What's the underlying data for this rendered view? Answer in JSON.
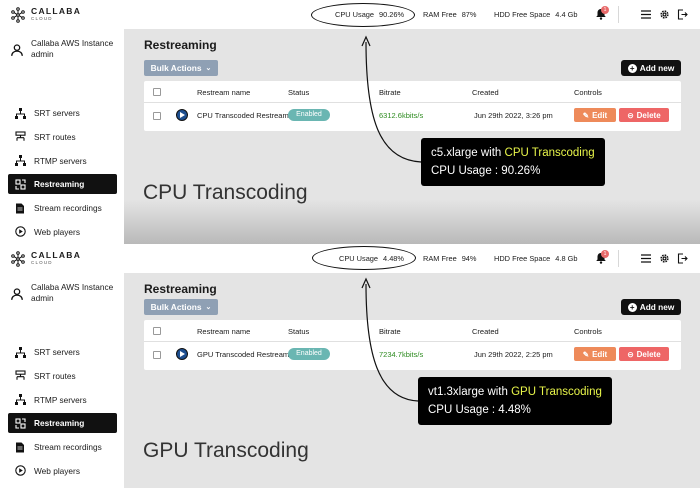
{
  "panels": [
    {
      "header": {
        "cpu_label": "CPU Usage",
        "cpu_value": "90.26%",
        "ram_label": "RAM Free",
        "ram_value": "87%",
        "hdd_label": "HDD Free Space",
        "hdd_value": "4.4 Gb",
        "notif_count": "1"
      },
      "row": {
        "name": "CPU Transcoded Restream",
        "status": "Enabled",
        "bitrate": "6312.6kbits/s",
        "created": "Jun 29th 2022, 3:26 pm"
      },
      "callout": {
        "prefix": "c5.xlarge with ",
        "highlight": "CPU Transcoding",
        "usage": "CPU Usage : 90.26%"
      },
      "big_label": "CPU Transcoding"
    },
    {
      "header": {
        "cpu_label": "CPU Usage",
        "cpu_value": "4.48%",
        "ram_label": "RAM Free",
        "ram_value": "94%",
        "hdd_label": "HDD Free Space",
        "hdd_value": "4.8 Gb",
        "notif_count": "1"
      },
      "row": {
        "name": "GPU Transcoded Restream",
        "status": "Enabled",
        "bitrate": "7234.7kbits/s",
        "created": "Jun 29th 2022, 2:25 pm"
      },
      "callout": {
        "prefix": "vt1.3xlarge with ",
        "highlight": "GPU Transcoding",
        "usage": "CPU Usage : 4.48%"
      },
      "big_label": "GPU Transcoding"
    }
  ],
  "brand": {
    "name": "CALLABA",
    "sub": "CLOUD"
  },
  "user": {
    "line1": "Callaba AWS Instance",
    "line2": "admin"
  },
  "nav": [
    {
      "label": "SRT servers",
      "icon": "network-icon"
    },
    {
      "label": "SRT routes",
      "icon": "route-icon"
    },
    {
      "label": "RTMP servers",
      "icon": "network-icon"
    },
    {
      "label": "Restreaming",
      "icon": "restream-icon"
    },
    {
      "label": "Stream recordings",
      "icon": "file-icon"
    },
    {
      "label": "Web players",
      "icon": "play-icon"
    }
  ],
  "page": {
    "title": "Restreaming",
    "bulk_actions": "Bulk Actions",
    "add_new": "Add new"
  },
  "table": {
    "headers": {
      "name": "Restream name",
      "status": "Status",
      "bitrate": "Bitrate",
      "created": "Created",
      "controls": "Controls"
    },
    "edit": "Edit",
    "delete": "Delete"
  },
  "colors": {
    "accent_highlight": "#e8f54a",
    "status_badge": "#6ab6b2",
    "bitrate": "#2e8b20",
    "edit": "#ee8a5a",
    "delete": "#ee6666",
    "bulk": "#8fa0b4"
  }
}
